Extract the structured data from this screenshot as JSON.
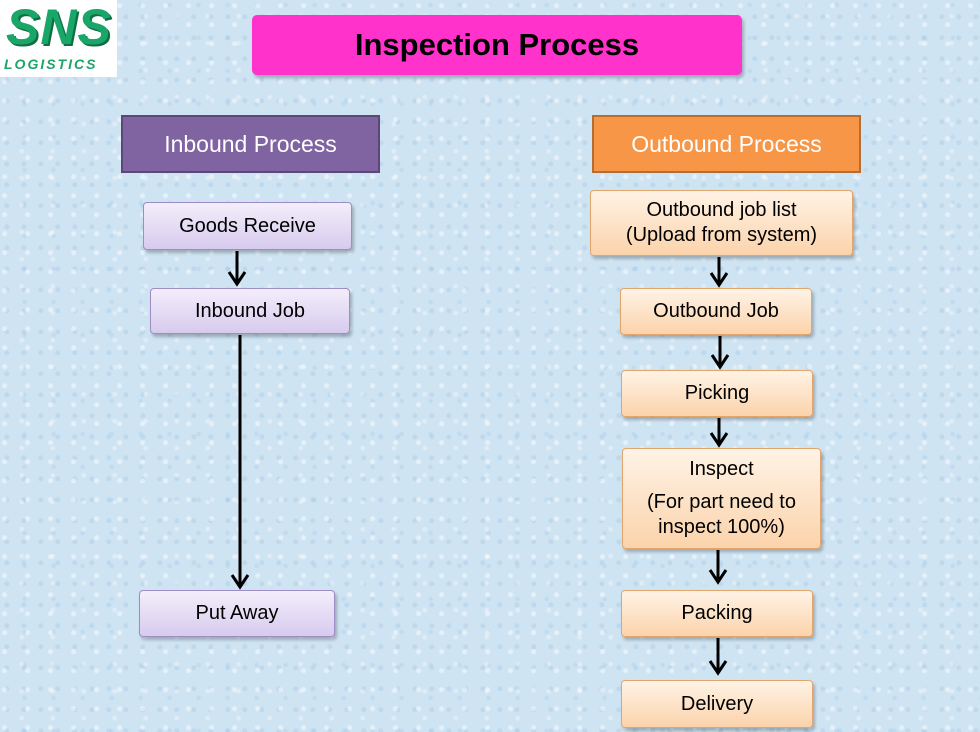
{
  "logo": {
    "name": "SNS",
    "sub": "LOGISTICS"
  },
  "title": "Inspection Process",
  "inbound": {
    "header": "Inbound Process",
    "steps": [
      "Goods Receive",
      "Inbound Job",
      "Put Away"
    ]
  },
  "outbound": {
    "header": "Outbound Process",
    "steps": [
      {
        "line1": "Outbound job list",
        "line2": "(Upload from system)"
      },
      {
        "line1": "Outbound Job"
      },
      {
        "line1": "Picking"
      },
      {
        "line1": "Inspect",
        "line2": "(For part need to",
        "line3": "inspect 100%)"
      },
      {
        "line1": "Packing"
      },
      {
        "line1": "Delivery"
      }
    ]
  },
  "colors": {
    "title_bg": "#ff33cc",
    "inbound_header": "#8064a2",
    "outbound_header": "#f79646",
    "logo_green": "#1aa569"
  }
}
